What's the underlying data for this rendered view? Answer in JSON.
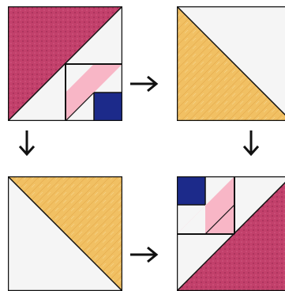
{
  "colors": {
    "magenta_fabric": "#c2406b",
    "magenta_fabric_dark": "#a8305a",
    "pink": "#f8b6c6",
    "navy": "#1c2a8a",
    "gold_fabric": "#f1c063",
    "gold_fabric_light": "#f7d893",
    "white_fabric": "#f5f5f5",
    "outline": "#111111",
    "arrow": "#111111"
  },
  "icons": {
    "arrow_right": "arrow-right-icon",
    "arrow_down": "arrow-down-icon"
  },
  "steps": [
    {
      "name": "block-1",
      "description_icon": "quilt-block-icon"
    },
    {
      "name": "block-2",
      "description_icon": "quilt-block-icon"
    },
    {
      "name": "block-3",
      "description_icon": "quilt-block-icon"
    },
    {
      "name": "block-4",
      "description_icon": "quilt-block-icon"
    }
  ]
}
